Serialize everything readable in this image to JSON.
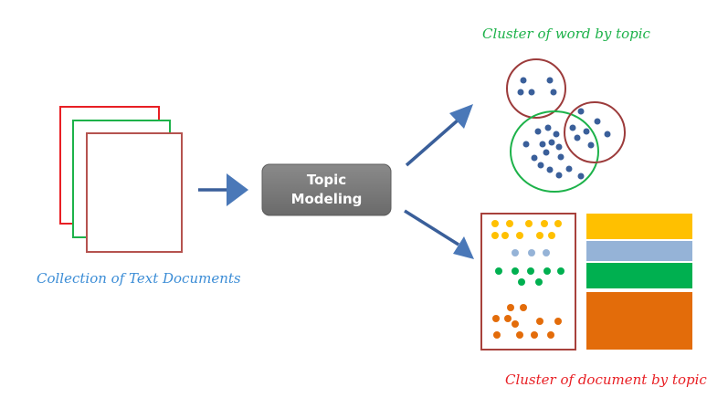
{
  "documents": {
    "label": "Collection of Text Documents",
    "colors": [
      "#e81f24",
      "#1db24a",
      "#b5534f"
    ]
  },
  "process": {
    "line1": "Topic",
    "line2": "Modeling",
    "fill": "#767676"
  },
  "word_clusters": {
    "label": "Cluster of word by topic",
    "ring_colors": [
      "#9c3b3b",
      "#1db24a",
      "#9c3b3b"
    ],
    "dot_color": "#3a5f9a"
  },
  "document_clusters": {
    "label": "Cluster of document by topic",
    "frame_color": "#a8413c",
    "topics": [
      {
        "color": "#ffc000"
      },
      {
        "color": "#95b3d7"
      },
      {
        "color": "#00b050"
      },
      {
        "color": "#e36c0a"
      }
    ]
  },
  "colors": {
    "arrow": "#3a5f9a"
  }
}
